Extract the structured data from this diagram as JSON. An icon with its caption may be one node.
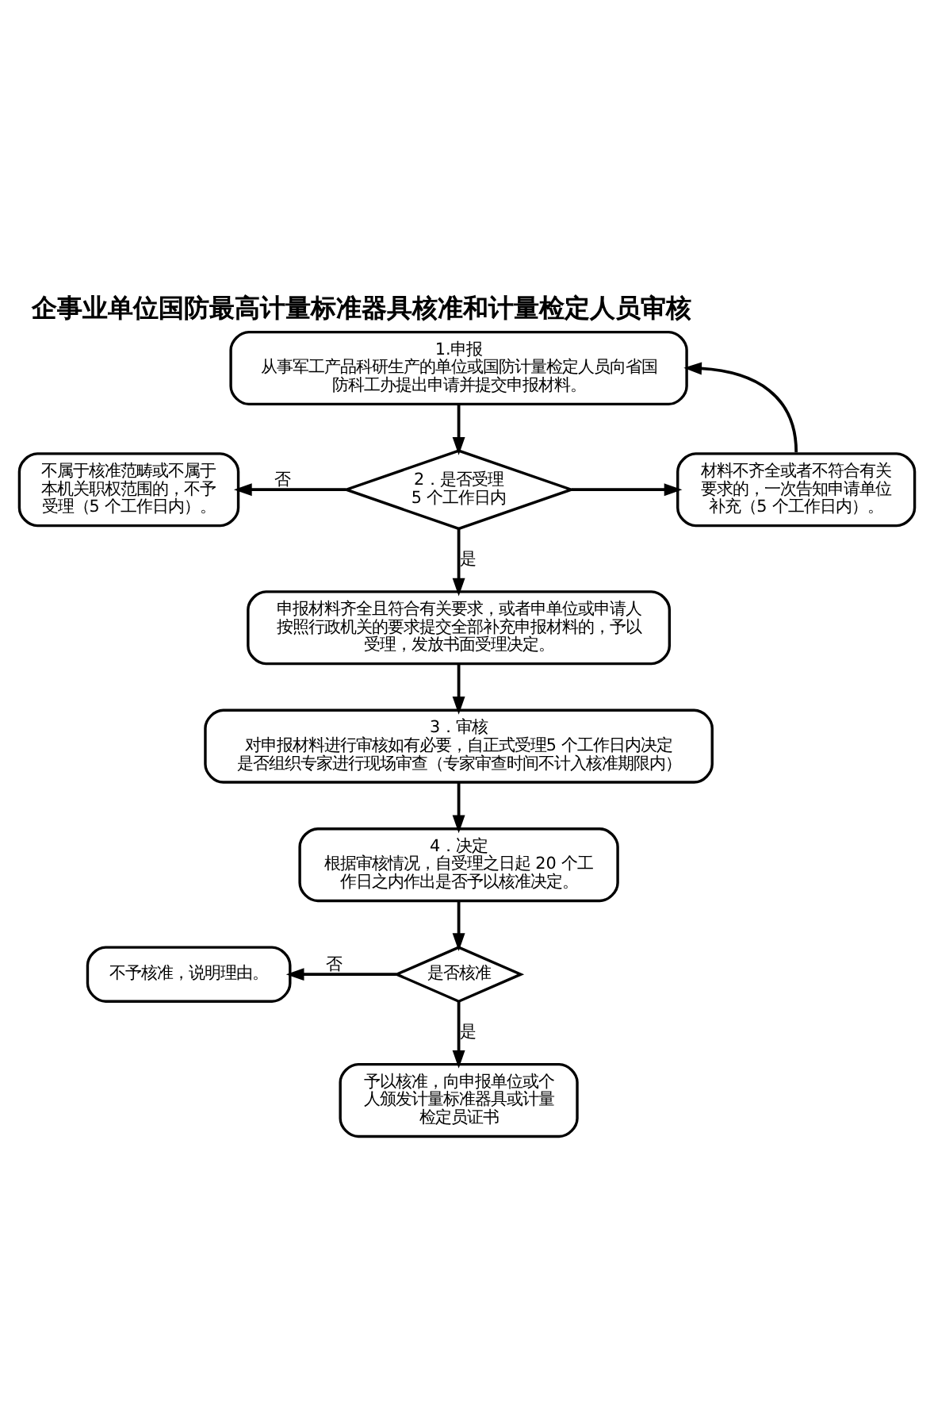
{
  "diagram": {
    "title": "企事业单位国防最高计量标准器具核准和计量检定人员审核",
    "nodes": [
      {
        "text": [
          "1.申报",
          "从事军工产品科研生产的单位或国防计量检定人员向省国防科工办提出申请并提交申报材料。"
        ]
      },
      {
        "text": [
          "不属于核准范畴或不属于本机关职权范围的，不予受理（5 个工作日内）。"
        ]
      },
      {
        "text": [
          "2．是否受理",
          "5 个工作日内"
        ]
      },
      {
        "text": [
          "材料不齐全或者不符合有关要求的，一次告知申请单位补充（5 个工作日内）。"
        ]
      },
      {
        "text": [
          "申报材料齐全且符合有关要求，或者申单位或申请人按照行政机关的要求提交全部补充申报材料的，予以受理，发放书面受理决定。"
        ]
      },
      {
        "text": [
          "3．审核",
          "对申报材料进行审核如有必要，自正式受理5 个工作日内决定是否组织专家进行现场审查（专家审查时间不计入核准期限内）"
        ]
      },
      {
        "text": [
          "4．决定",
          "根据审核情况，自受理之日起 20 个工作日之内作出是否予以核准决定。"
        ]
      },
      {
        "text": [
          "不予核准，说明理由。"
        ]
      },
      {
        "text": [
          "是否核准"
        ]
      },
      {
        "text": [
          "予以核准，向申报单位或个人颁发计量标准器具或计量检定员证书"
        ]
      }
    ],
    "edges": [
      {
        "from": 0,
        "to": 2,
        "arrow": "to"
      },
      {
        "from": 2,
        "to": 1,
        "arrow": "to",
        "label": "否"
      },
      {
        "from": 2,
        "to": 3,
        "arrow": "to"
      },
      {
        "from": 3,
        "to": 0,
        "arrow": "to"
      },
      {
        "from": 2,
        "to": 4,
        "arrow": "to",
        "label": "是"
      },
      {
        "from": 4,
        "to": 5,
        "arrow": "to"
      },
      {
        "from": 5,
        "to": 6,
        "arrow": "to"
      },
      {
        "from": 6,
        "to": 8,
        "arrow": "to"
      },
      {
        "from": 8,
        "to": 7,
        "arrow": "to",
        "label": "否"
      },
      {
        "from": 8,
        "to": 9,
        "arrow": "to",
        "label": "是"
      }
    ]
  }
}
